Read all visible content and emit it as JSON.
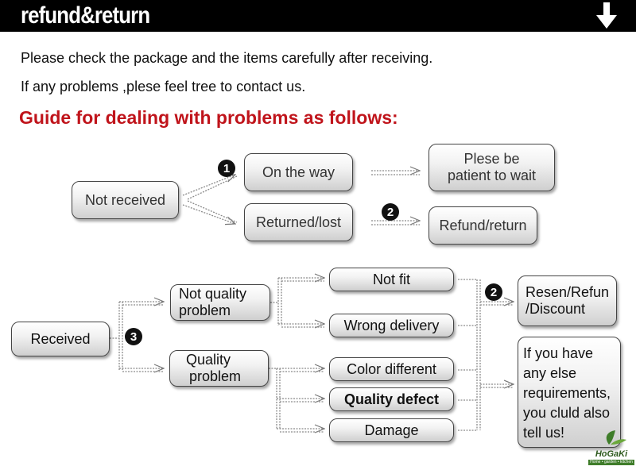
{
  "header": {
    "title": "refund&return",
    "arrow_icon": "arrow-down-icon"
  },
  "intro": {
    "line1": "Please check the package and the items carefully after receiving.",
    "line2": "If any problems ,plese feel tree to contact us."
  },
  "guide_title": "Guide for dealing with problems as follows:",
  "flow_top": {
    "not_received": "Not received",
    "on_the_way": "On the way",
    "plese_be_1": "Plese be",
    "plese_be_2": "patient to wait",
    "returned_lost": "Returned/lost",
    "refund_return": "Refund/return"
  },
  "flow_bottom": {
    "received": "Received",
    "not_quality_1": "Not quality",
    "not_quality_2": "problem",
    "quality_1": "Quality",
    "quality_2": "problem",
    "not_fit": "Not fit",
    "wrong_delivery": "Wrong delivery",
    "color_different": "Color different",
    "quality_defect": "Quality defect",
    "damage": "Damage",
    "resen_1": "Resen/Refun",
    "resen_2": "/Discount",
    "else_1": "If you have",
    "else_2": "any else",
    "else_3": "requirements,",
    "else_4": "you cluld also",
    "else_5": "tell us!"
  },
  "badges": {
    "one": "1",
    "two": "2",
    "three": "3"
  },
  "logo": {
    "name": "HoGaKi",
    "tagline": "Home • garden • kitchen"
  },
  "colors": {
    "header_bg": "#000000",
    "guide_red": "#c0141b"
  }
}
